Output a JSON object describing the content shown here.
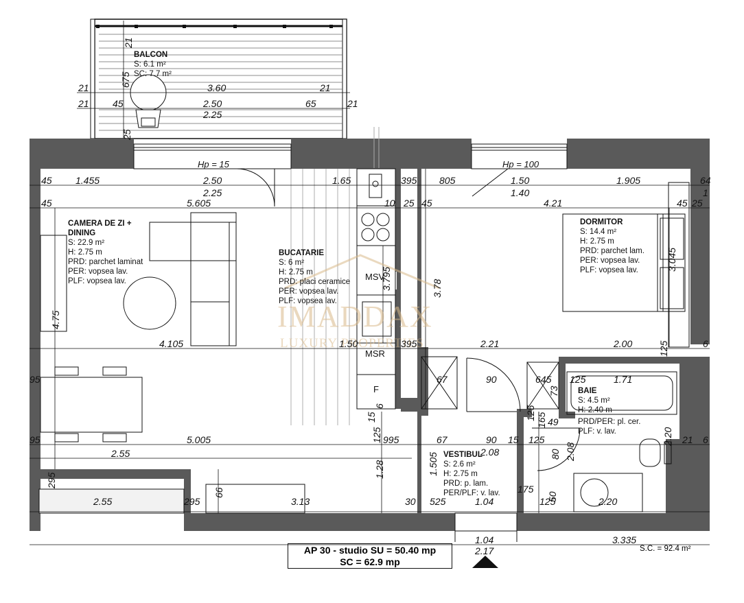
{
  "rooms": {
    "balcon": {
      "name": "BALCON",
      "lines": [
        "S: 6.1 m²",
        "SC: 7.7 m²"
      ]
    },
    "camera": {
      "name1": "CAMERA DE ZI +",
      "name2": "DINING",
      "lines": [
        "S: 22.9 m²",
        "H: 2.75 m",
        "PRD: parchet laminat",
        "PER: vopsea lav.",
        "PLF: vopsea lav."
      ]
    },
    "bucatarie": {
      "name": "BUCATARIE",
      "lines": [
        "S: 6 m²",
        "H: 2.75 m",
        "PRD: placi ceramice",
        "PER: vopsea lav.",
        "PLF: vopsea lav."
      ]
    },
    "dormitor": {
      "name": "DORMITOR",
      "lines": [
        "S: 14.4 m²",
        "H: 2.75 m",
        "PRD: parchet lam.",
        "PER: vopsea lav.",
        "PLF: vopsea lav."
      ]
    },
    "baie": {
      "name": "BAIE",
      "lines": [
        "S: 4.5 m²",
        "H: 2.40 m",
        "PRD/PER: pl. cer.",
        "PLF: v. lav."
      ]
    },
    "vestibul": {
      "name": "VESTIBUL",
      "lines": [
        "S: 2.6 m²",
        "H: 2.75 m",
        "PRD: p. lam.",
        "PER/PLF: v. lav."
      ]
    }
  },
  "equipment": {
    "msv": "MSV",
    "msr": "MSR",
    "fridge": "F"
  },
  "windows": {
    "hp15": "Hp = 15",
    "hp100": "Hp = 100"
  },
  "watermark": {
    "line1": "IMADDAX",
    "line2": "LUXURY PROPERTIES"
  },
  "title_block": {
    "line1": "AP 30 - studio SU = 50.40 mp",
    "line2": "SC = 62.9 mp"
  },
  "sc_total": "S.C. = 92.4 m²",
  "dims": {
    "b21a": "21",
    "b675": "675",
    "b25": "25",
    "b21b": "21",
    "b360": "3.60",
    "b21c": "21",
    "b21d": "21",
    "b45": "45",
    "b250": "2.50",
    "b65": "65",
    "b21e": "21",
    "b225": "2.25",
    "r4a": "45",
    "r145": "1.455",
    "r250": "2.50",
    "r165": "1.65",
    "r39a": "395",
    "r80": "805",
    "r150a": "1.50",
    "r190": "1.905",
    "r64": "64",
    "r225": "2.25",
    "r140": "1.40",
    "r1": "1",
    "r4b": "45",
    "r560": "5.605",
    "r10": "10",
    "r25a": "25",
    "r4c": "45",
    "r421": "4.21",
    "r4d": "45",
    "r25b": "25",
    "v475": "4.75",
    "v378": "3.78",
    "v379": "3.795",
    "v304": "3.045",
    "m410": "4.105",
    "m150": "1.50",
    "m39": "395",
    "m221": "2.21",
    "m200": "2.00",
    "m12": "125",
    "m6a": "6",
    "m9a": "95",
    "m67a": "67",
    "m90a": "90",
    "m64": "645",
    "m125": "125",
    "m171": "1.71",
    "m73": "73",
    "m15": "15",
    "m6b": "6",
    "m125b": "125",
    "m165": "165",
    "m49": "49",
    "m9b": "95",
    "m500": "5.005",
    "m125c": "125",
    "m99": "995",
    "m67b": "67",
    "m90b": "90",
    "m15b": "15",
    "m12b": "125",
    "m220v": "2.20",
    "m21": "21",
    "m6c": "6",
    "m255": "2.55",
    "m150v": "1.505",
    "m208": "2.08",
    "m80": "80",
    "m208v": "2.08",
    "m29a": "295",
    "m128": "1.28",
    "m66": "66",
    "m175": "175",
    "m50": "50",
    "f255": "2.55",
    "f29": "295",
    "f313": "3.13",
    "f30": "30",
    "f52": "525",
    "f104": "1.04",
    "f125": "125",
    "f220": "2.20",
    "o104": "1.04",
    "o333": "3.335",
    "o217": "2.17"
  }
}
